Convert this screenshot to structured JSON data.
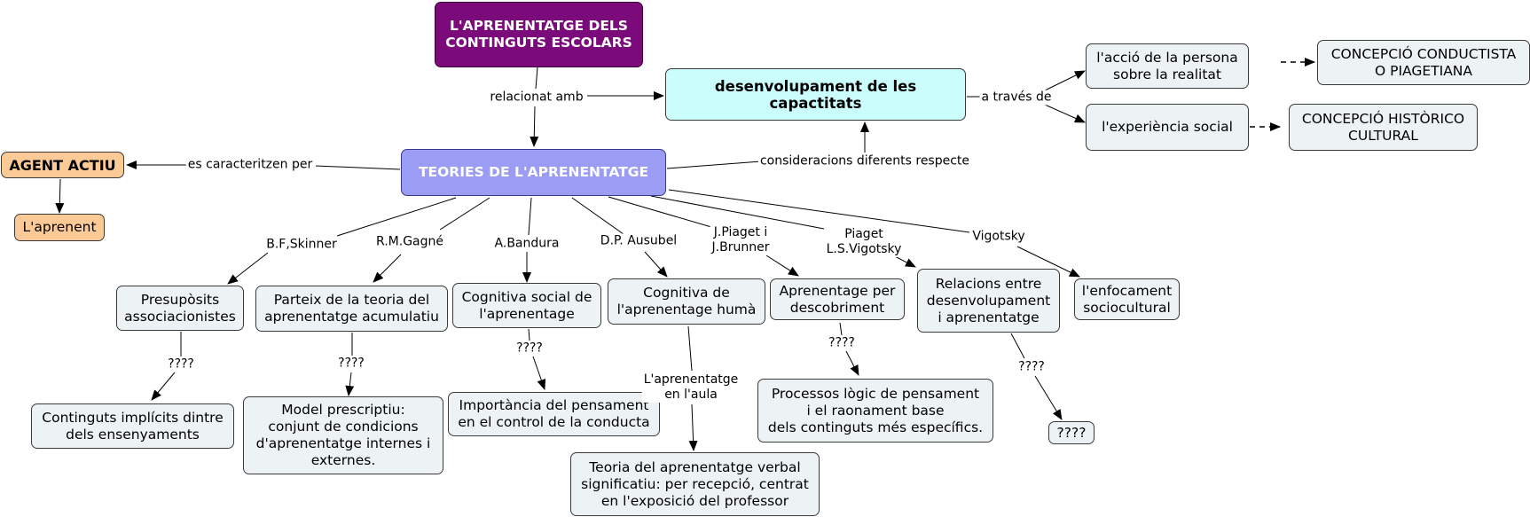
{
  "nodes": {
    "title": "L'APRENENTATGE DELS\nCONTINGUTS ESCOLARS",
    "teories": "TEORIES DE L'APRENENTATGE",
    "desenvolupament": "desenvolupament de les capactitats",
    "accio": "l'acció de la persona\nsobre la realitat",
    "experiencia": "l'experiència social",
    "conductista": "CONCEPCIÓ CONDUCTISTA\nO PIAGETIANA",
    "historico": "CONCEPCIÓ HISTÒRICO\nCULTURAL",
    "agent": "AGENT ACTIU",
    "aprenent": "L'aprenent",
    "presuposits": "Presupòsits\nassociacionistes",
    "continguts_implicits": "Continguts implícits dintre\ndels ensenyaments",
    "parteix": "Parteix de la teoria del\naprenentatge acumulatiu",
    "model": "Model prescriptiu:\nconjunt de condicions\nd'aprenentatge internes i\nexternes.",
    "cognitiva_social": "Cognitiva social de\nl'aprenentage",
    "importancia": "Importància del pensament\nen el control de la conducta",
    "cognitiva_humana": "Cognitiva de\nl'aprenentage humà",
    "teoria_verbal": "Teoria del aprenentatge verbal\nsignificatiu: per recepció, centrat\nen l'exposició del professor",
    "descobriment": "Aprenentage per\ndescobriment",
    "processos": "Processos lògic de pensament\ni el raonament base\ndels continguts més específics.",
    "relacions": "Relacions entre\ndesenvolupament\ni aprenentatge",
    "qqqq_node": "????",
    "enfocament": "l'enfocament\nsociocultural"
  },
  "labels": {
    "relacionat": "relacionat amb",
    "a_traves": "a través de",
    "consideracions": "consideracions diferents respecte",
    "caracteritzen": "es caracteritzen per",
    "skinner": "B.F,Skinner",
    "gagne": "R.M.Gagné",
    "bandura": "A.Bandura",
    "ausubel": "D.P. Ausubel",
    "piaget_brunner": "J.Piaget i\nJ.Brunner",
    "piaget_vigotsky": "Piaget\nL.S.Vigotsky",
    "vigotsky": "Vigotsky",
    "q1": "????",
    "q2": "????",
    "q3": "????",
    "q4": "????",
    "q5": "????",
    "aula": "L'aprenentatge\nen l'aula"
  },
  "colors": {
    "title_fill": "#7b0a7a",
    "teories_fill": "#9b9cf3",
    "desenvolupament_fill": "#ccfdfd",
    "agent_fill": "#fcca96",
    "node_fill": "#edf3f5",
    "line": "#000000"
  }
}
